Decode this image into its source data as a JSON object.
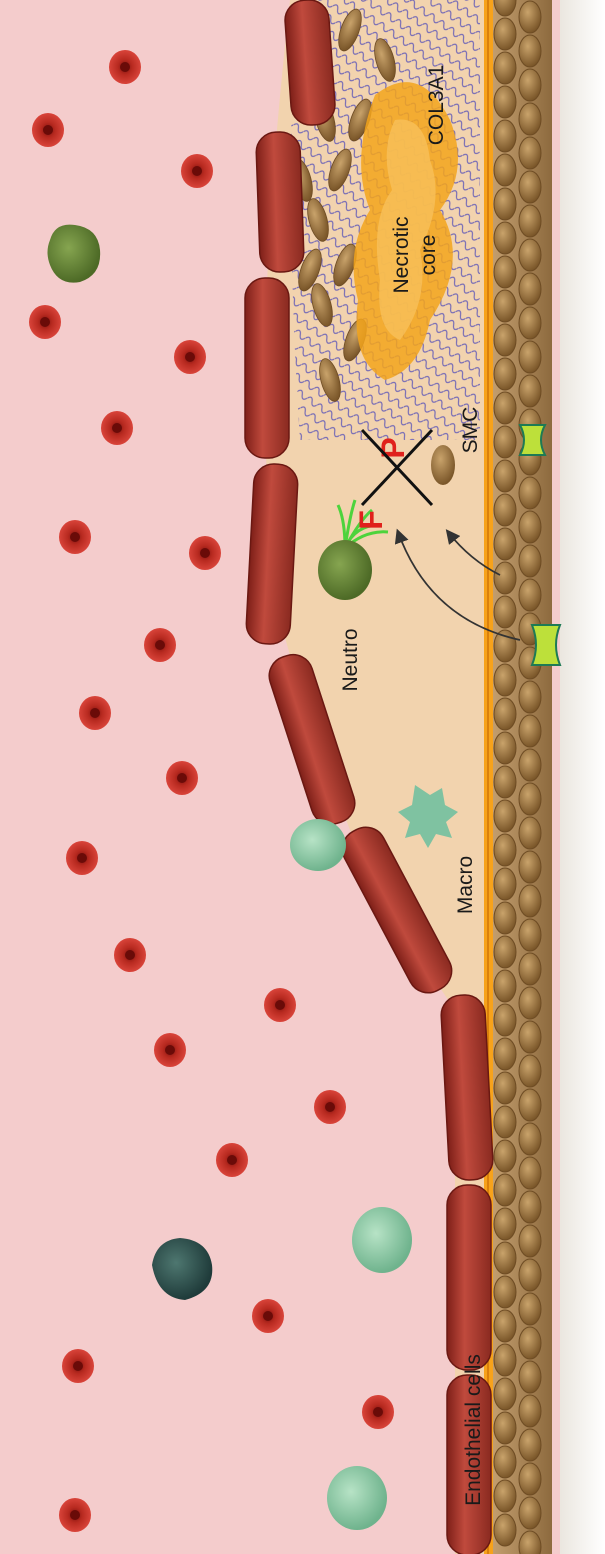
{
  "labels": {
    "col3a1": "COL3A1",
    "necrotic_core_line1": "Necrotic",
    "necrotic_core_line2": "core",
    "smc": "SMC",
    "fap_f": "F",
    "fap_p": "P",
    "neutro": "Neutro",
    "macro": "Macro",
    "endothelial_cells": "Endothelial cells"
  },
  "colors": {
    "lumen": "#f4cccc",
    "intima": "#f2d3ae",
    "endothelial": "#a3342b",
    "red_blood_cell": "#b3221b",
    "monocyte": "#8bc9a5",
    "neutrophil": "#5c7a2f",
    "necrotic_core": "#f3a41c",
    "collagen": "#5b55b8",
    "smc": "#8e6a3c",
    "elastic_lamina": "#f7a21b",
    "media": "#a9824f",
    "fap_red": "#e0211c",
    "receptor": "#bde03a"
  }
}
